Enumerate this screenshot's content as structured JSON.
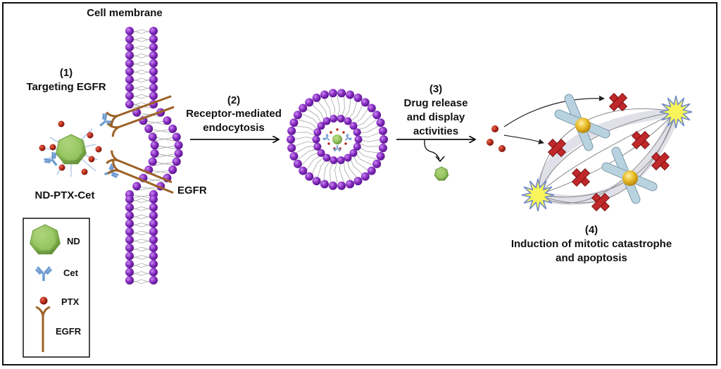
{
  "figure": {
    "title_membrane": "Cell membrane",
    "steps": [
      {
        "number": "(1)",
        "lines": [
          "Targeting EGFR"
        ]
      },
      {
        "number": "(2)",
        "lines": [
          "Receptor-mediated",
          "endocytosis"
        ]
      },
      {
        "number": "(3)",
        "lines": [
          "Drug release",
          "and display",
          "activities"
        ]
      },
      {
        "number": "(4)",
        "lines": [
          "Induction of mitotic catastrophe",
          "and apoptosis"
        ]
      }
    ],
    "complex_label": "ND-PTX-Cet",
    "egfr_label": "EGFR",
    "legend": {
      "items": [
        {
          "label": "ND",
          "icon": "nanodiamond-heptagon"
        },
        {
          "label": "Cet",
          "icon": "antibody-y"
        },
        {
          "label": "PTX",
          "icon": "red-sphere"
        },
        {
          "label": "EGFR",
          "icon": "receptor-fork"
        }
      ]
    },
    "colors": {
      "lipid_head": "#8a2fc4",
      "nanodiamond": "#8fbf5a",
      "antibody": "#6f9bd1",
      "ptx": "#b22a1a",
      "egfr": "#9c6126",
      "cross": "#c0282a",
      "burst": "#f7f55a",
      "burst_stroke": "#6c86c9",
      "centrosome": "#e5b521",
      "chromosome": "#b8d3df"
    }
  }
}
